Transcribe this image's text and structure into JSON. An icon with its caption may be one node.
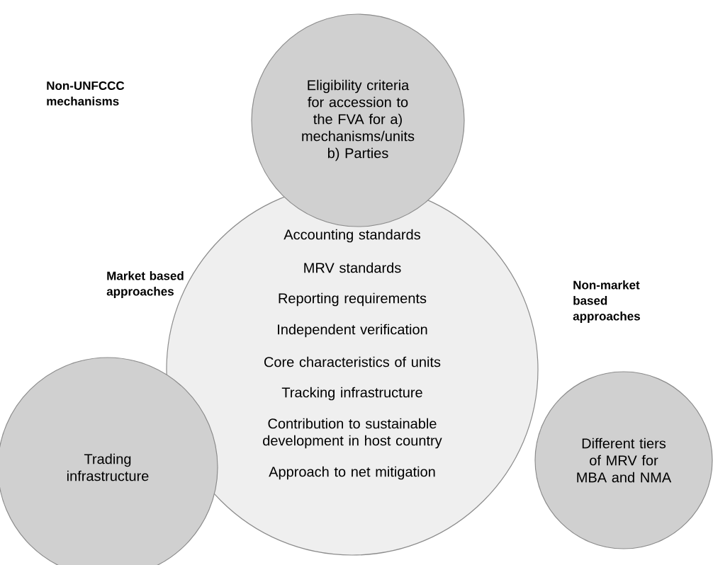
{
  "diagram": {
    "nodes": [
      {
        "text": [
          "Accounting standards",
          "MRV standards",
          "Reporting requirements",
          "Independent verification",
          "Core characteristics of units",
          "Tracking infrastructure",
          "Contribution to sustainable development in host country",
          "Approach to net mitigation"
        ]
      },
      {
        "text": [
          "Eligibility criteria for accession to the FVA for a) mechanisms/units b) Parties"
        ]
      },
      {
        "text": [
          "Trading infrastructure"
        ]
      },
      {
        "text": [
          "Different tiers of MRV for MBA and NMA"
        ]
      }
    ],
    "labels": [
      "Non-UNFCCC mechanisms",
      "Market based approaches",
      "Non-market based approaches"
    ]
  }
}
